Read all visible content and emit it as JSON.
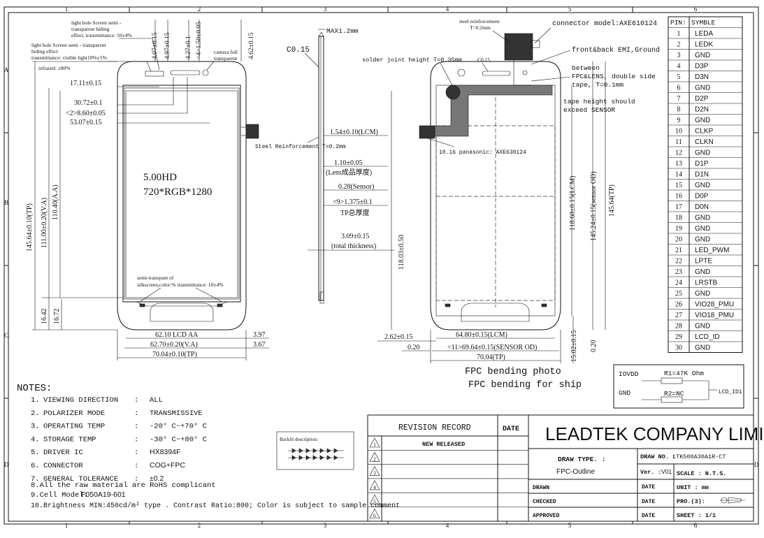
{
  "border": {
    "cols": [
      "1",
      "2",
      "3",
      "4",
      "5",
      "6"
    ],
    "rows": [
      "A",
      "B",
      "C",
      "D"
    ]
  },
  "front_view": {
    "display_title": "5.00HD",
    "display_res": "720*RGB*1280",
    "note_light_hole_1": [
      "light hole Screen semi -",
      "transparent hiding",
      "effect, transmittance: 10±4%"
    ],
    "note_light_hole_2": [
      "light hole Screen semi - transparent",
      "hiding effect",
      "transmittance: visible light10%±5%"
    ],
    "note_infrared": "infrared: ≥80%",
    "note_camera": [
      "camera full",
      "transparent"
    ],
    "note_silkscreen": [
      "semi-transpant of",
      "silkscreen,color:% transmittance: 10±4%"
    ],
    "dims_top": [
      "4.07±0.15",
      "4.97±0.15",
      "4.27±0.1",
      "<4>1.50±0.05",
      "4.62±0.15"
    ],
    "dim_17": "17.11±0.15",
    "dim_30": "30.72±0.1",
    "dim_8": "<2>8.60±0.05",
    "dim_53": "53.07±0.15",
    "dim_tp_h": "145.64±0.10(TP)",
    "dim_va_h": "111.00±0.20(V.A)",
    "dim_aa_h": "110.40(A.A)",
    "dim_1642": "16.42",
    "dim_1672": "16.72",
    "dim_aa_w": "62.10 LCD AA",
    "dim_va_w": "62.70±0.20(V.A)",
    "dim_tp_w": "70.04±0.10(TP)",
    "dim_397": "3.97",
    "dim_367": "3.67"
  },
  "side_view": {
    "c015": "C0.15",
    "max": "MAX1.2mm",
    "steel": "Steel Reinforcement T=0.2mm",
    "lcm": "1.54±0.10(LCM)",
    "lens": "1.10±0.05",
    "lens_cn": "(Lens成品厚度)",
    "sensor": "0.28(Sensor)",
    "tp": "<9>1.375±0.1",
    "tp_cn": "TP总厚度",
    "total": "3.09±0.15",
    "total_cn": "(total thickness)"
  },
  "back_view": {
    "steel_reinf": [
      "steel reinforcement",
      "T=0.2mm"
    ],
    "connector_model": "connector model:AXE610124",
    "emi": "front&back EMI,Ground",
    "between": [
      "between",
      "FPC&LENS, double side",
      "tape, T=0.1mm"
    ],
    "tape_height": [
      "tape height should",
      "exceed  SENSOR"
    ],
    "solder": "solder joint height T=0.35mm",
    "c015": "C0.15",
    "panasonic": "10.16 panasonic: AXE630124",
    "dim_5050": "118.03±0.50",
    "dim_lcm_h": "118.60±0.15(LCM)",
    "dim_sensor_h": "145.24±0.15(sensor OD)",
    "dim_tp_h": "145.64(TP)",
    "dim_262": "2.62±0.15",
    "dim_lcm_w": "64.80±0.15(LCM)",
    "dim_020a": "0.20",
    "dim_sensor_w": "<11>69.64±0.15(SENSOR OD)",
    "dim_tp_w": "70.04(TP)",
    "dim_1502": "15.02±0.15",
    "dim_020b": "0.20",
    "photo": "FPC bending photo",
    "ship": "FPC bending for ship"
  },
  "pin_table": {
    "header_pin": "PIN:",
    "header_symble": "SYMBLE",
    "rows": [
      [
        "1",
        "LEDA"
      ],
      [
        "2",
        "LEDK"
      ],
      [
        "3",
        "GND"
      ],
      [
        "4",
        "D3P"
      ],
      [
        "5",
        "D3N"
      ],
      [
        "6",
        "GND"
      ],
      [
        "7",
        "D2P"
      ],
      [
        "8",
        "D2N"
      ],
      [
        "9",
        "GND"
      ],
      [
        "10",
        "CLKP"
      ],
      [
        "11",
        "CLKN"
      ],
      [
        "12",
        "GND"
      ],
      [
        "13",
        "D1P"
      ],
      [
        "14",
        "D1N"
      ],
      [
        "15",
        "GND"
      ],
      [
        "16",
        "D0P"
      ],
      [
        "17",
        "D0N"
      ],
      [
        "18",
        "GND"
      ],
      [
        "19",
        "GND"
      ],
      [
        "20",
        "GND"
      ],
      [
        "21",
        "LED_PWM"
      ],
      [
        "22",
        "LPTE"
      ],
      [
        "23",
        "GND"
      ],
      [
        "24",
        "LRSTB"
      ],
      [
        "25",
        "GND"
      ],
      [
        "26",
        "VIO28_PMU"
      ],
      [
        "27",
        "VIO18_PMU"
      ],
      [
        "28",
        "GND"
      ],
      [
        "29",
        "LCD_ID"
      ],
      [
        "30",
        "GND"
      ]
    ]
  },
  "circuit": {
    "iovdd": "IOVDD",
    "gnd": "GND",
    "r1": "R1=47K Ohm",
    "r2": "R2=NC",
    "lcd_id": "LCD_ID1"
  },
  "notes": {
    "title": "NOTES:",
    "items": [
      {
        "num": "1.",
        "label": "VIEWING  DIRECTION",
        "value": "ALL"
      },
      {
        "num": "2.",
        "label": "POLARIZER MODE",
        "value": "TRANSMISSIVE"
      },
      {
        "num": "3.",
        "label": "OPERATING TEMP",
        "value": "-20° C~+70° C"
      },
      {
        "num": "4.",
        "label": "STORAGE TEMP",
        "value": "-30° C~+80° C"
      },
      {
        "num": "5.",
        "label": "DRIVER IC",
        "value": "HX8394F"
      },
      {
        "num": "6.",
        "label": "CONNECTOR",
        "value": "COG+FPC"
      },
      {
        "num": "7.",
        "label": "GENERAL TOLERANCE",
        "value": "±0.2"
      }
    ],
    "line8": "8.All the raw material are RoHS complicant",
    "line9_label": "9.Cell Model:",
    "line9_value": "F050A19-601",
    "line10": "10.Brightness MIN:450cd/m² type . Contrast Ratio:800; Color is subject to sample comment",
    "backlit": "Backlit description:"
  },
  "title_block": {
    "revision": "REVISION RECORD",
    "date": "DATE",
    "new_released": "NEW RELEASED",
    "rev_marks": [
      "1",
      "2",
      "3",
      "4",
      "5",
      "6"
    ],
    "company": "LEADTEK COMPANY LIMITED",
    "draw_type_label": "DRAW TYPE. :",
    "draw_type_value": "FPC-Outline",
    "draw_no_label": "DRAW NO. :",
    "draw_no_value": "LTK500A30A1R-CT",
    "ver_label": "Ver. :",
    "ver_value": "V01",
    "scale": "SCALE : N.T.S.",
    "drawn": "DRAWN",
    "checked": "CHECKED",
    "approved": "APPROVED",
    "date1": "DATE",
    "date2": "DATE",
    "date3": "DATE",
    "unit": "UNIT : mm",
    "pro": "PRO.(3):",
    "sheet": "SHEET :  1/1"
  }
}
